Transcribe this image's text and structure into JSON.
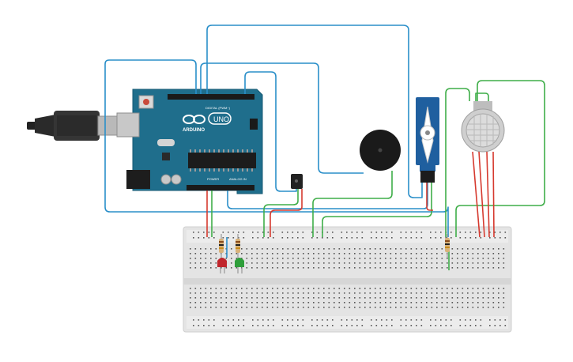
{
  "arduino": {
    "brand": "ARDUINO",
    "model": "UNO",
    "digital_header_label": "DIGITAL (PWM~)",
    "power_label": "POWER",
    "analog_label": "ANALOG IN",
    "board_color": "#1f6e8c"
  },
  "components": {
    "usb_cable": "usb-cable",
    "buzzer": "piezo-buzzer",
    "servo": "servo-motor",
    "gas_sensor": "gas-sensor",
    "photo_transistor": "light-sensor",
    "leds": [
      {
        "color": "#c0262c"
      },
      {
        "color": "#2e9e3a"
      }
    ]
  },
  "breadboard": {
    "body_color": "#e6e6e6"
  },
  "wire_colors": {
    "blue": "#2a8fc9",
    "green": "#3fae49",
    "red": "#d63a2f"
  }
}
